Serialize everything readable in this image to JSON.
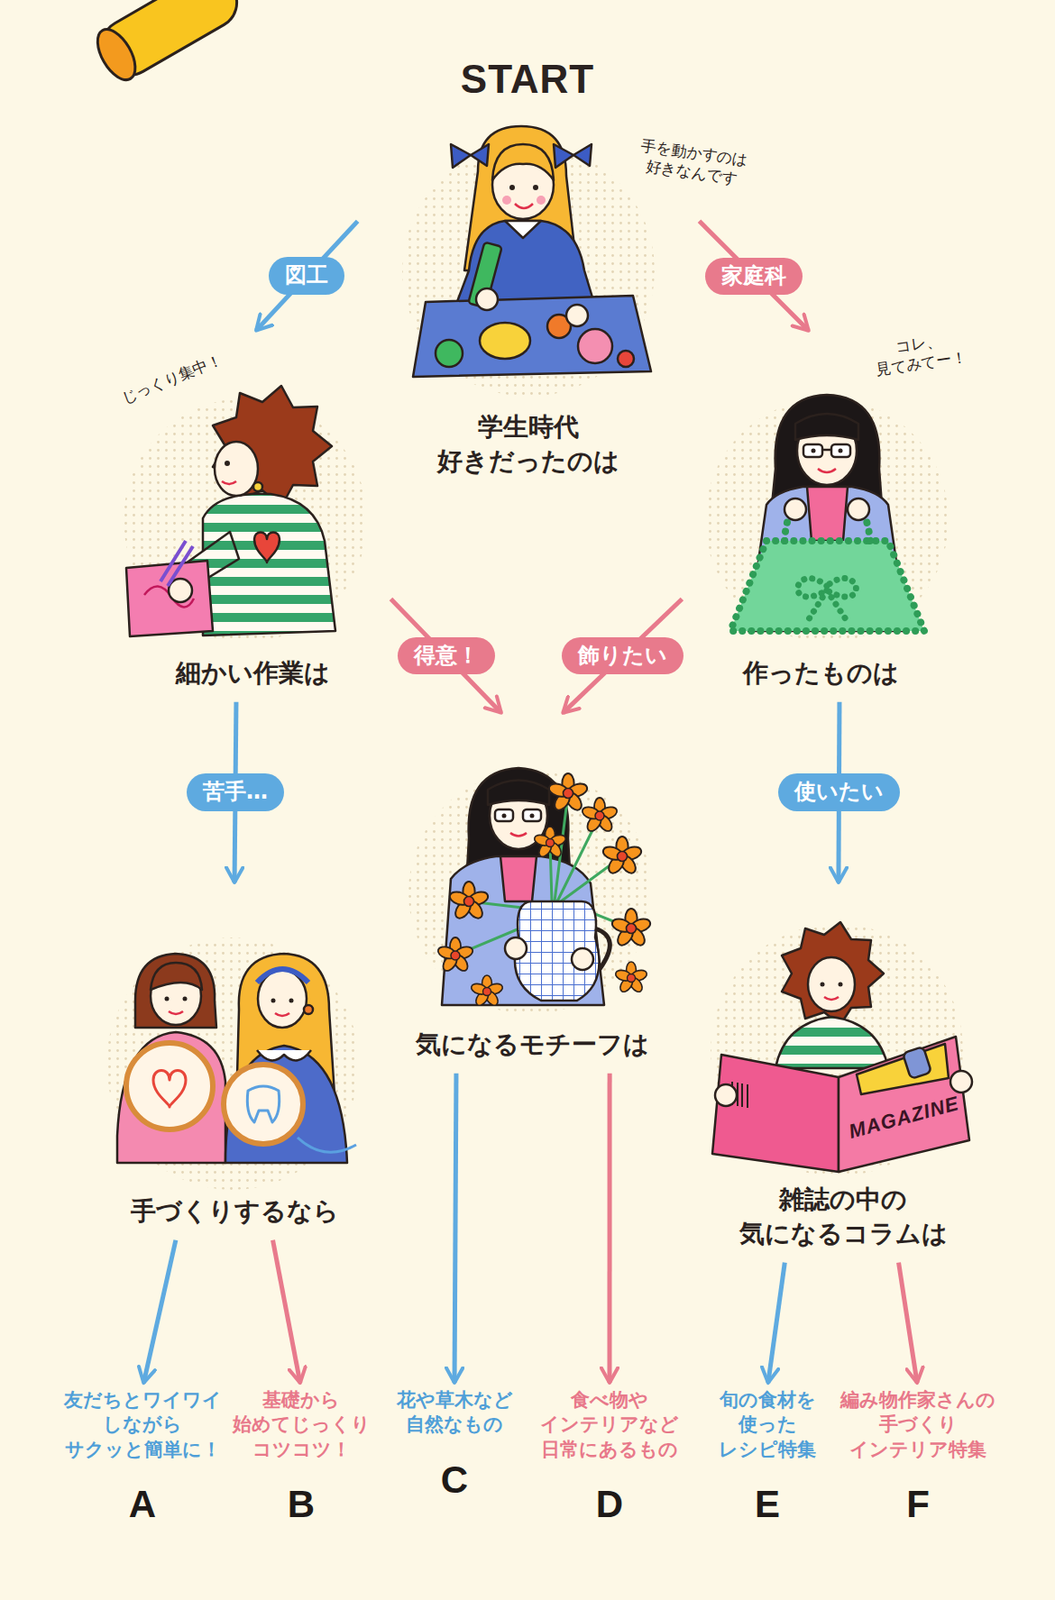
{
  "diagram": {
    "title": "START",
    "nodes": [
      {
        "text": [
          "学生時代 好きだったのは"
        ]
      },
      {
        "text": [
          "細かい作業は"
        ]
      },
      {
        "text": [
          "作ったものは"
        ]
      },
      {
        "text": [
          "手づくりするなら"
        ]
      },
      {
        "text": [
          "気になるモチーフは"
        ]
      },
      {
        "text": [
          "雑誌の中の 気になるコラムは"
        ]
      },
      {
        "text": [
          "友だちとワイワイ しながら サクッと簡単に！",
          "A"
        ]
      },
      {
        "text": [
          "基礎から 始めてじっくり コツコツ！",
          "B"
        ]
      },
      {
        "text": [
          "花や草木など 自然なもの",
          "C"
        ]
      },
      {
        "text": [
          "食べ物や インテリアなど 日常にあるもの",
          "D"
        ]
      },
      {
        "text": [
          "旬の食材を 使った レシピ特集",
          "E"
        ]
      },
      {
        "text": [
          "編み物作家さんの 手づくり インテリア特集",
          "F"
        ]
      }
    ],
    "edges": [
      {
        "from": 0,
        "to": 1,
        "arrow": "to",
        "label": "図工"
      },
      {
        "from": 0,
        "to": 2,
        "arrow": "to",
        "label": "家庭科"
      },
      {
        "from": 1,
        "to": 4,
        "arrow": "to",
        "label": "得意！"
      },
      {
        "from": 2,
        "to": 4,
        "arrow": "to",
        "label": "飾りたい"
      },
      {
        "from": 1,
        "to": 3,
        "arrow": "to",
        "label": "苦手…"
      },
      {
        "from": 2,
        "to": 5,
        "arrow": "to",
        "label": "使いたい"
      },
      {
        "from": 3,
        "to": 6,
        "arrow": "to"
      },
      {
        "from": 3,
        "to": 7,
        "arrow": "to"
      },
      {
        "from": 4,
        "to": 8,
        "arrow": "to"
      },
      {
        "from": 4,
        "to": 9,
        "arrow": "to"
      },
      {
        "from": 5,
        "to": 10,
        "arrow": "to"
      },
      {
        "from": 5,
        "to": 11,
        "arrow": "to"
      }
    ],
    "labels": [
      "手を動かすのは 好きなんです",
      "じっくり集中！",
      "コレ、 見てみてー！",
      "MAGAZINE"
    ]
  }
}
